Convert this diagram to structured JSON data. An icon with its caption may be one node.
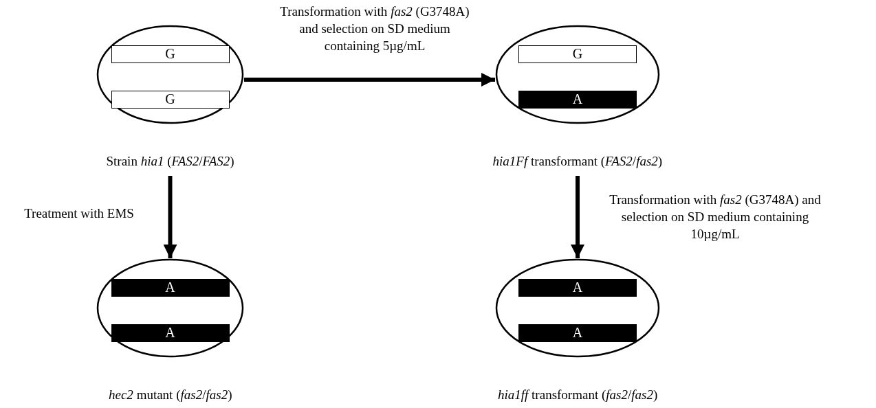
{
  "diagram": {
    "nodes": [
      {
        "text": [],
        "shape": "circle",
        "beside": [
          "Strain *hia1* (*FAS2*/*FAS2*)"
        ]
      },
      {
        "text": [
          "G"
        ],
        "in": 0
      },
      {
        "text": [
          "G"
        ],
        "in": 0
      },
      {
        "text": [],
        "shape": "circle",
        "beside": [
          "*hia1Ff* transformant (*FAS2*/*fas2*)"
        ]
      },
      {
        "text": [
          "G"
        ],
        "in": 3
      },
      {
        "text": [
          "A"
        ],
        "in": 3
      },
      {
        "text": [],
        "shape": "circle",
        "beside": [
          "*hec2* mutant (*fas2*/*fas2*)"
        ]
      },
      {
        "text": [
          "A"
        ],
        "in": 6
      },
      {
        "text": [
          "A"
        ],
        "in": 6
      },
      {
        "text": [],
        "shape": "circle",
        "beside": [
          "*hia1ff* transformant (*fas2*/*fas2*)"
        ]
      },
      {
        "text": [
          "A"
        ],
        "in": 9
      },
      {
        "text": [
          "A"
        ],
        "in": 9
      }
    ],
    "edges": [
      {
        "from": 0,
        "to": 3,
        "arrow": "to",
        "label": "Transformation with *fas2* (G3748A) and selection on SD medium containing 5µg/mL"
      },
      {
        "from": 0,
        "to": 6,
        "arrow": "to",
        "label": "Treatment with EMS"
      },
      {
        "from": 3,
        "to": 9,
        "arrow": "to",
        "label": "Transformation with *fas2* (G3748A) and selection on SD medium containing 10µg/mL"
      }
    ]
  }
}
